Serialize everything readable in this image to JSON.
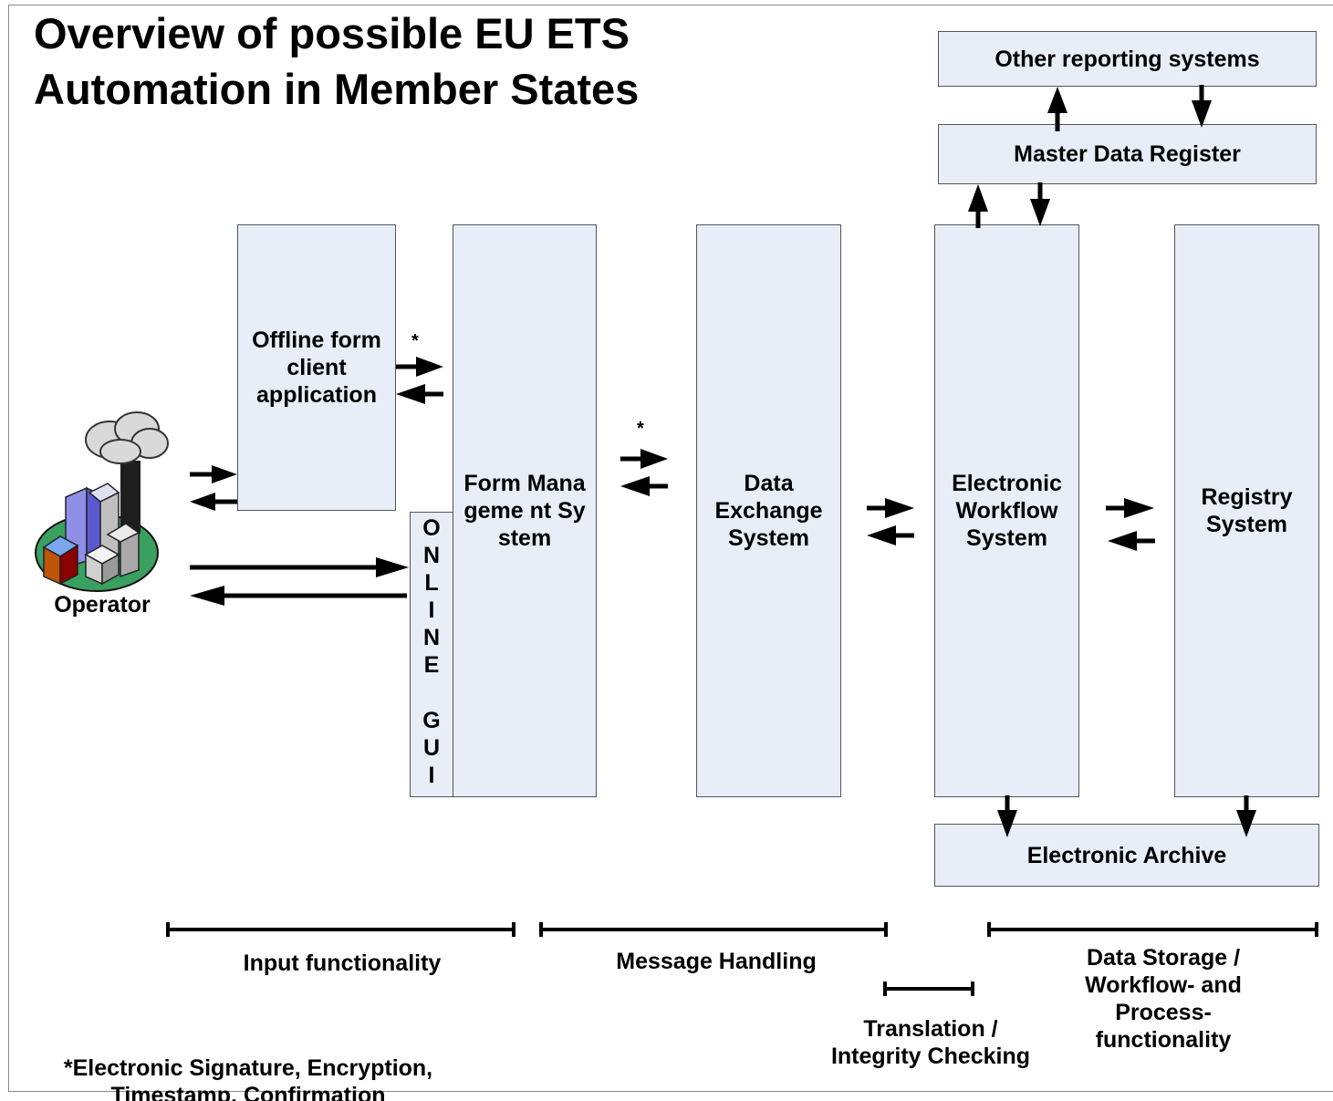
{
  "title_line1": "Overview of possible EU ETS",
  "title_line2": "Automation in Member States",
  "boxes": {
    "other_reporting": "Other reporting systems",
    "master_data": "Master Data Register",
    "offline_form": "Offline form client application",
    "form_management": "Form Manageme nt System",
    "data_exchange": "Data Exchange System",
    "workflow": "Electronic Workflow System",
    "registry": "Registry System",
    "archive": "Electronic Archive"
  },
  "online_gui_letters": [
    "O",
    "N",
    "L",
    "I",
    "N",
    "E",
    "G",
    "U",
    "I"
  ],
  "operator_label": "Operator",
  "asterisk": "*",
  "ranges": {
    "input": "Input functionality",
    "message": "Message Handling",
    "translation_1": "Translation /",
    "translation_2": "Integrity Checking",
    "storage_1": "Data Storage /",
    "storage_2": "Workflow- and",
    "storage_3": "Process-",
    "storage_4": "functionality"
  },
  "footnote_1": "*Electronic Signature, Encryption,",
  "footnote_2": "Timestamp, Confirmation"
}
